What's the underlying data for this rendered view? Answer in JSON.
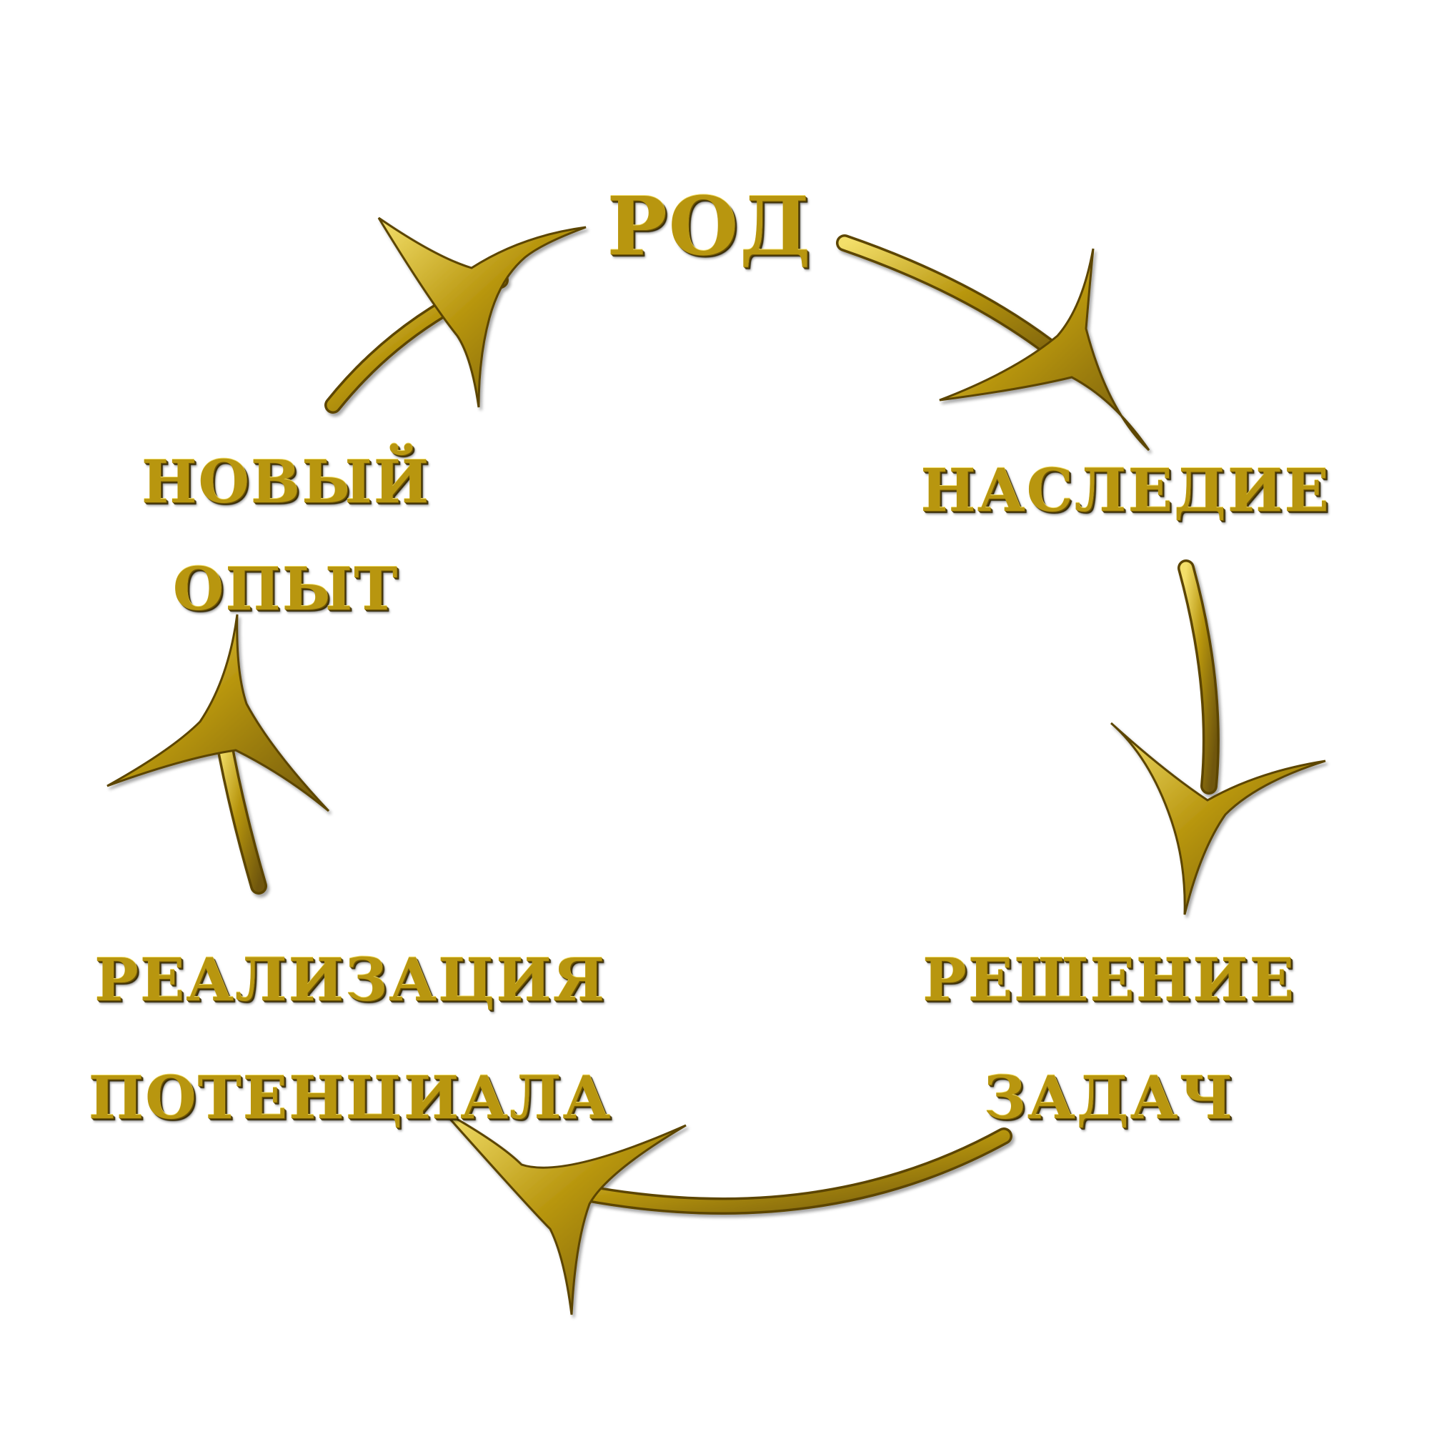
{
  "diagram": {
    "nodes": [
      {
        "id": "rod",
        "lines": [
          "РОД"
        ]
      },
      {
        "id": "nasledie",
        "lines": [
          "НАСЛЕДИЕ"
        ]
      },
      {
        "id": "reshenie",
        "lines": [
          "РЕШЕНИЕ",
          "ЗАДАЧ"
        ]
      },
      {
        "id": "realizaciya",
        "lines": [
          "РЕАЛИЗАЦИЯ",
          "ПОТЕНЦИАЛА"
        ]
      },
      {
        "id": "novyi",
        "lines": [
          "НОВЫЙ",
          "ОПЫТ"
        ]
      }
    ],
    "edges": [
      {
        "from": "rod",
        "to": "nasledie"
      },
      {
        "from": "nasledie",
        "to": "reshenie"
      },
      {
        "from": "reshenie",
        "to": "realizaciya"
      },
      {
        "from": "realizaciya",
        "to": "novyi"
      },
      {
        "from": "novyi",
        "to": "rod"
      }
    ],
    "colors": {
      "gold": "#b8960f",
      "gold_light": "#f3df6a",
      "gold_dark": "#6f5607",
      "background": "#ffffff"
    }
  }
}
